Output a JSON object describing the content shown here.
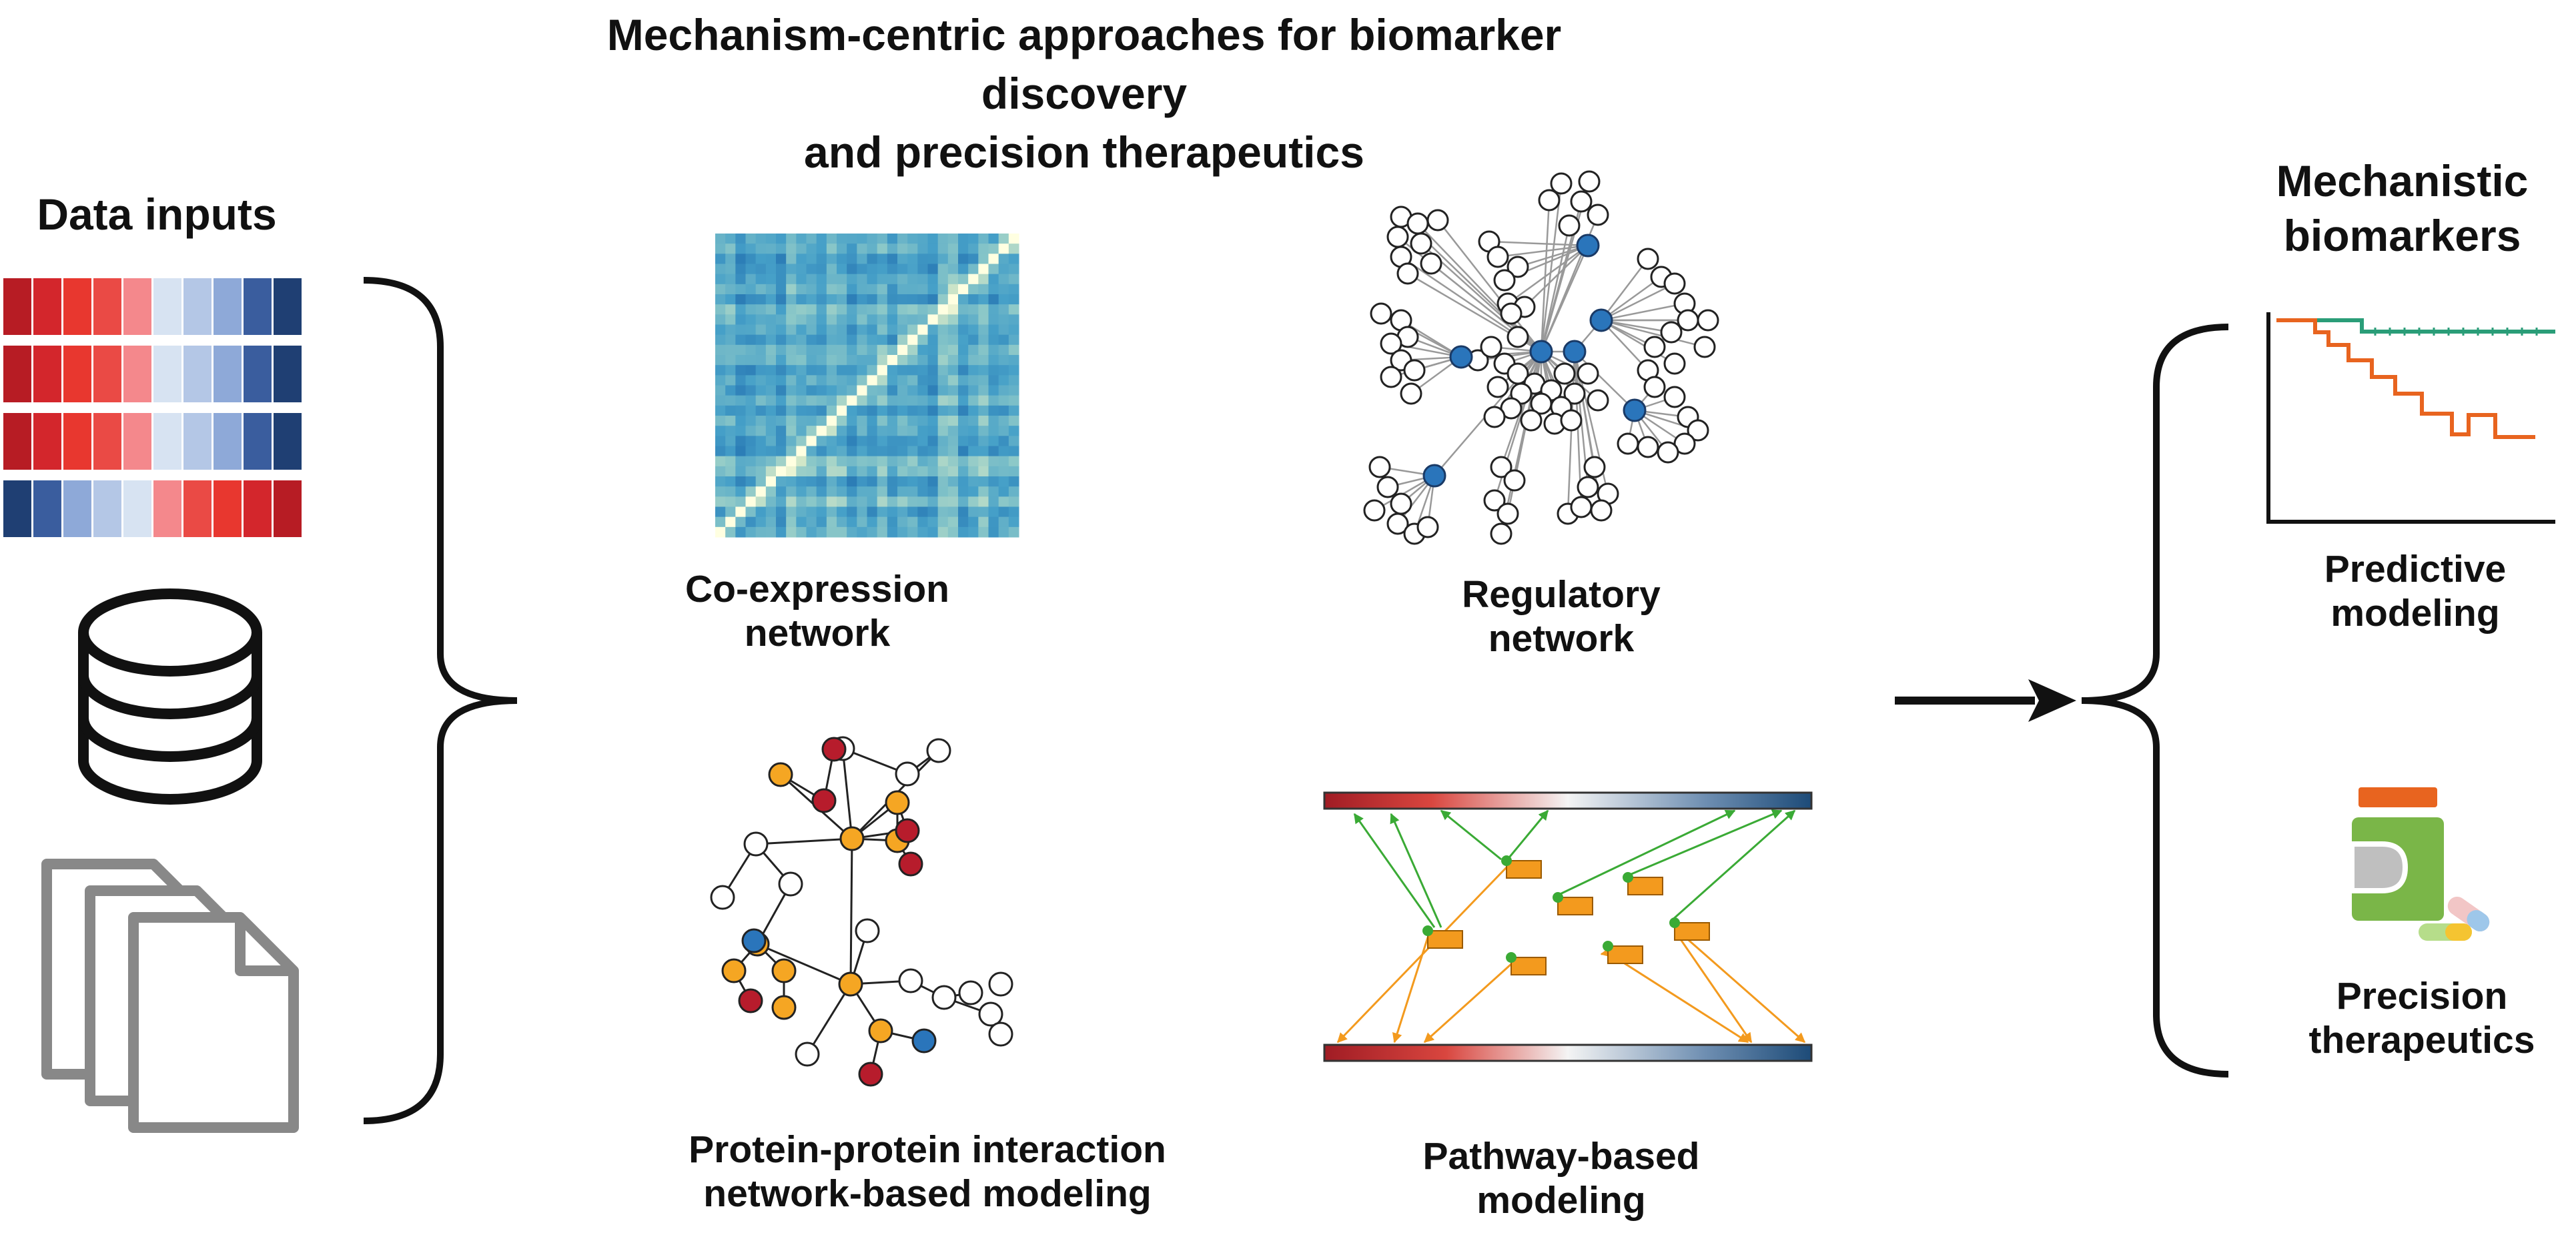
{
  "title": [
    "Mechanism-centric approaches for biomarker discovery",
    "and precision therapeutics"
  ],
  "inputs": {
    "heading": "Data inputs"
  },
  "methods": {
    "coexpression": [
      "Co-expression",
      "network"
    ],
    "regulatory": [
      "Regulatory",
      "network"
    ],
    "ppi": [
      "Protein-protein interaction",
      "network-based modeling"
    ],
    "pathway": [
      "Pathway-based",
      "modeling"
    ]
  },
  "outputs": {
    "heading": [
      "Mechanistic",
      "biomarkers"
    ],
    "predictive": [
      "Predictive",
      "modeling"
    ],
    "therapeutics": [
      "Precision",
      "therapeutics"
    ]
  },
  "colors": {
    "red": "#d62027",
    "blue": "#1f3f73",
    "node_blue": "#2a75bb",
    "orange_node": "#f5a623",
    "dark_red_node": "#b71c2c",
    "green_arrow": "#3aaa35",
    "orange_arrow": "#f39a1e",
    "km_green": "#2a9d78",
    "km_orange": "#e8641f",
    "pill_green": "#7ab648"
  }
}
